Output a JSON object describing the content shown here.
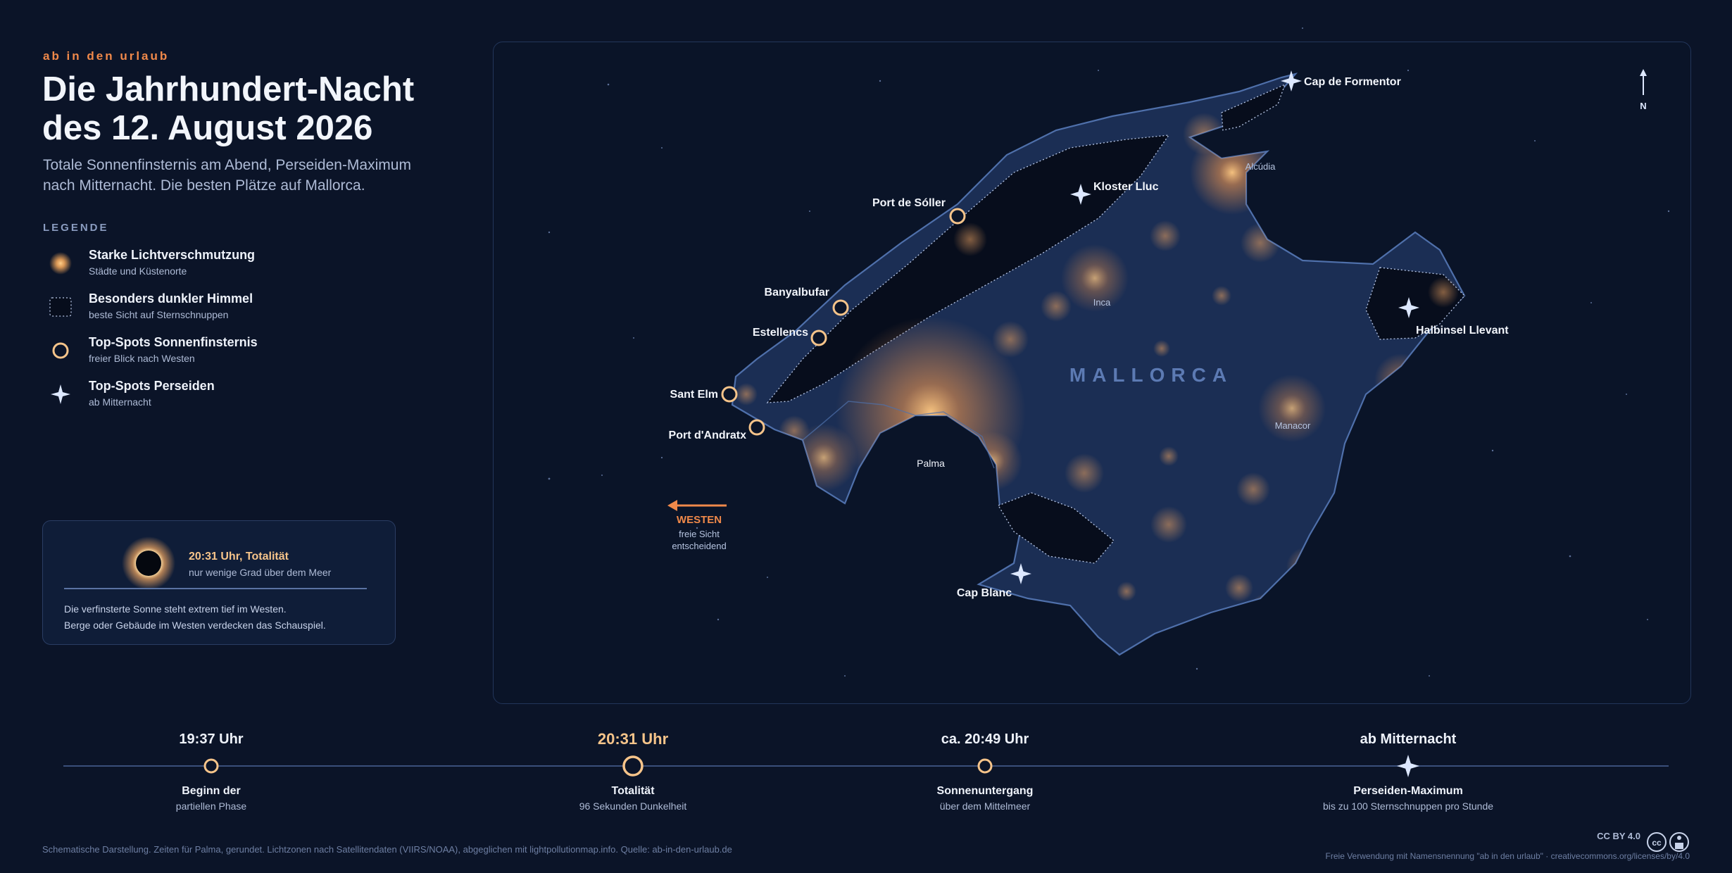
{
  "header": {
    "kicker": "ab in den urlaub",
    "title": "Die Jahrhundert-Nacht\ndes 12. August 2026",
    "subtitle": "Totale Sonnenfinsternis am Abend, Perseiden-Maximum\nnach Mitternacht. Die besten Plätze auf Mallorca."
  },
  "legend": {
    "heading": "LEGENDE",
    "items": [
      {
        "title": "Starke Lichtverschmutzung",
        "sub": "Städte und Küstenorte",
        "icon": "glow-icon"
      },
      {
        "title": "Besonders dunkler Himmel",
        "sub": "beste Sicht auf Sternschnuppen",
        "icon": "dotted-box-icon"
      },
      {
        "title": "Top-Spots Sonnenfinsternis",
        "sub": "freier Blick nach Westen",
        "icon": "ring-icon"
      },
      {
        "title": "Top-Spots Perseiden",
        "sub": "ab Mitternacht",
        "icon": "star-icon"
      }
    ]
  },
  "eclipse_box": {
    "time_label": "20:31 Uhr, Totalität",
    "detail": "nur wenige Grad über dem Meer",
    "note_line1": "Die verfinsterte Sonne steht extrem tief im Westen.",
    "note_line2": "Berge oder Gebäude im Westen verdecken das Schauspiel."
  },
  "map": {
    "island_label": "MALLORCA",
    "towns": {
      "alcudia": "Alcúdia",
      "inca": "Inca",
      "palma": "Palma",
      "manacor": "Manacor"
    },
    "eclipse_spots": {
      "port_de_soller": "Port de Sóller",
      "banyalbufar": "Banyalbufar",
      "estellencs": "Estellencs",
      "sant_elm": "Sant Elm",
      "port_dandratx": "Port d'Andratx"
    },
    "perseid_spots": {
      "cap_de_formentor": "Cap de Formentor",
      "kloster_lluc": "Kloster Lluc",
      "halbinsel_llevant": "Halbinsel Llevant",
      "cap_blanc": "Cap Blanc"
    },
    "west_arrow": {
      "label": "WESTEN",
      "line1": "freie Sicht",
      "line2": "entscheidend"
    },
    "north_label": "N"
  },
  "timeline": [
    {
      "time": "19:37 Uhr",
      "title": "Beginn der",
      "sub": "partiellen Phase",
      "highlight": false
    },
    {
      "time": "20:31 Uhr",
      "title": "Totalität",
      "sub": "96 Sekunden Dunkelheit",
      "highlight": true
    },
    {
      "time": "ca. 20:49 Uhr",
      "title": "Sonnenuntergang",
      "sub": "über dem Mittelmeer",
      "highlight": false
    },
    {
      "time": "ab Mitternacht",
      "title": "Perseiden-Maximum",
      "sub": "bis zu 100 Sternschnuppen pro Stunde",
      "highlight": false
    }
  ],
  "footer": {
    "source": "Schematische Darstellung. Zeiten für Palma, gerundet. Lichtzonen nach Satellitendaten (VIIRS/NOAA), abgeglichen mit lightpollutionmap.info. Quelle: ab-in-den-urlaub.de",
    "license": "CC BY 4.0",
    "attribution": "Freie Verwendung mit Namensnennung \"ab in den urlaub\" · creativecommons.org/licenses/by/4.0"
  },
  "colors": {
    "background": "#0b1428",
    "accent_orange": "#f0894a",
    "gold": "#f6c48a",
    "island": "#1c2f55",
    "coast": "#4a6aa3"
  }
}
